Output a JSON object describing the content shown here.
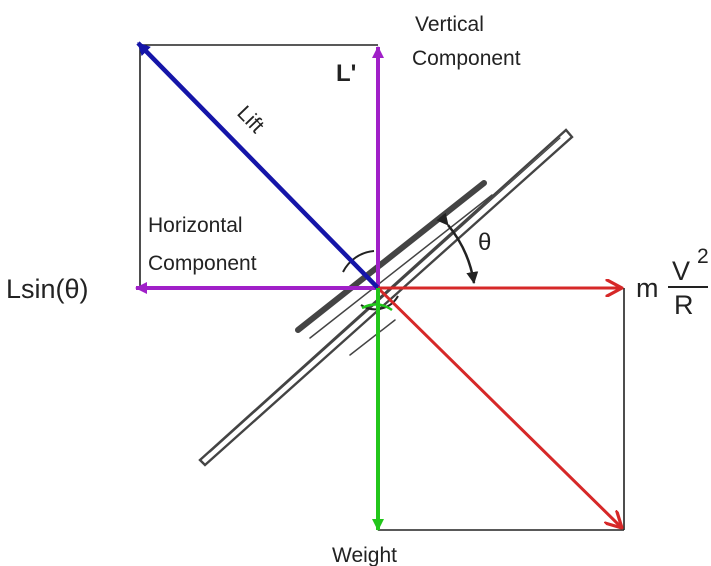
{
  "title": "",
  "labels": {
    "vertical_component": [
      "Vertical",
      "Component"
    ],
    "lift_prime": "L'",
    "lift": "Lift",
    "horizontal_component": [
      "Horizontal",
      "Component"
    ],
    "horizontal_formula": "Lsin(θ)",
    "theta": "θ",
    "centripetal_m": "m",
    "centripetal_numerator": "V",
    "centripetal_exponent": "2",
    "centripetal_denominator": "R",
    "weight": "Weight"
  },
  "colors": {
    "lift": "#1515a8",
    "vertical": "#a020c8",
    "horizontal": "#a020c8",
    "weight": "#22c61a",
    "centripetal": "#d62828",
    "resultant": "#d62828",
    "outline": "#222222",
    "aircraft": "#444444"
  }
}
